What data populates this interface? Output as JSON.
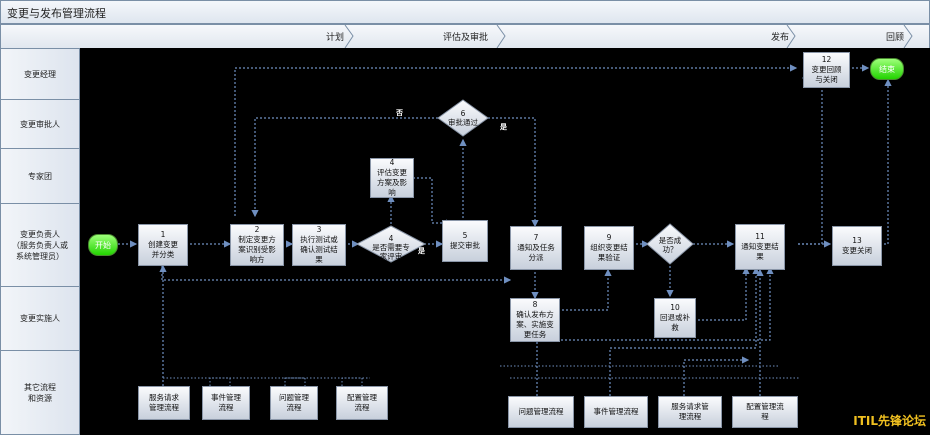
{
  "title": "变更与发布管理流程",
  "phases": [
    "计划",
    "评估及审批",
    "发布",
    "回顾"
  ],
  "lanes": [
    "变更经理",
    "变更审批人",
    "专家团",
    "变更负责人\n（服务负责人或\n系统管理员）",
    "变更实施人",
    "其它流程\n和资源"
  ],
  "nodes": {
    "start": "开始",
    "n1": "1\n创建变更\n并分类",
    "n2": "2\n制定变更方\n案识别受影\n响方",
    "n3": "3\n执行测试或\n确认测试结\n果",
    "n4": "4\n是否需要专\n家评审",
    "n4b": "4\n评估变更\n方案及影\n响",
    "n5": "5\n提交审批",
    "n6": "6\n审批通过",
    "n7": "7\n通知及任务\n分派",
    "n8": "8\n确认发布方\n案、实施变\n更任务",
    "n9": "9\n组织变更结\n果验证",
    "n10q": "是否成\n功？",
    "n10": "10\n回退或补\n救",
    "n11": "11\n通知变更结\n果",
    "n12": "12\n变更回顾\n与关闭",
    "n13": "13\n变更关闭",
    "end": "结束"
  },
  "resources_left": [
    "服务请求\n管理流程",
    "事件管理\n流程",
    "问题管理\n流程",
    "配置管理\n流程"
  ],
  "resources_right": [
    "问题管理流程",
    "事件管理流程",
    "服务请求管\n理流程",
    "配置管理流\n程"
  ],
  "branch_labels": {
    "no_left": "否",
    "yes_right": "是",
    "yes_bottom": "是"
  },
  "watermark": "ITIL先锋论坛",
  "colors": {
    "background": "#000000",
    "terminal": "#22d400",
    "lane": "#dde4ee",
    "connector": "#6f8fc0"
  }
}
